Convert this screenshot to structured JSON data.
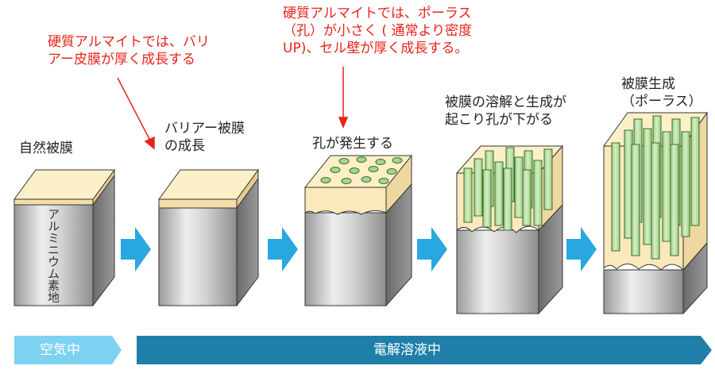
{
  "stages": [
    {
      "label": "自然被膜"
    },
    {
      "label": "バリアー被膜\nの成長"
    },
    {
      "label": "孔が発生する"
    },
    {
      "label": "被膜の溶解と生成が\n起こり孔が下がる"
    },
    {
      "label": "被膜生成\n（ポーラス）"
    }
  ],
  "block_inner_label": "アルミニウム素地",
  "annotations": [
    {
      "text": "硬質アルマイトでは、バリ\nアー皮膜が厚く成長する"
    },
    {
      "text": "硬質アルマイトでは、ポーラス\n（孔）が小さく ( 通常より密度\nUP)、セル壁が厚く成長する。"
    }
  ],
  "phases": {
    "air": "空気中",
    "electrolyte": "電解溶液中"
  },
  "colors": {
    "annotation_red": "#e8231b",
    "arrow_blue": "#29a7e0",
    "phase_air": "#7dd2f2",
    "phase_electrolyte": "#1f7fa8",
    "film": "#fdf0c8",
    "pore_green": "#c8e6b4"
  }
}
